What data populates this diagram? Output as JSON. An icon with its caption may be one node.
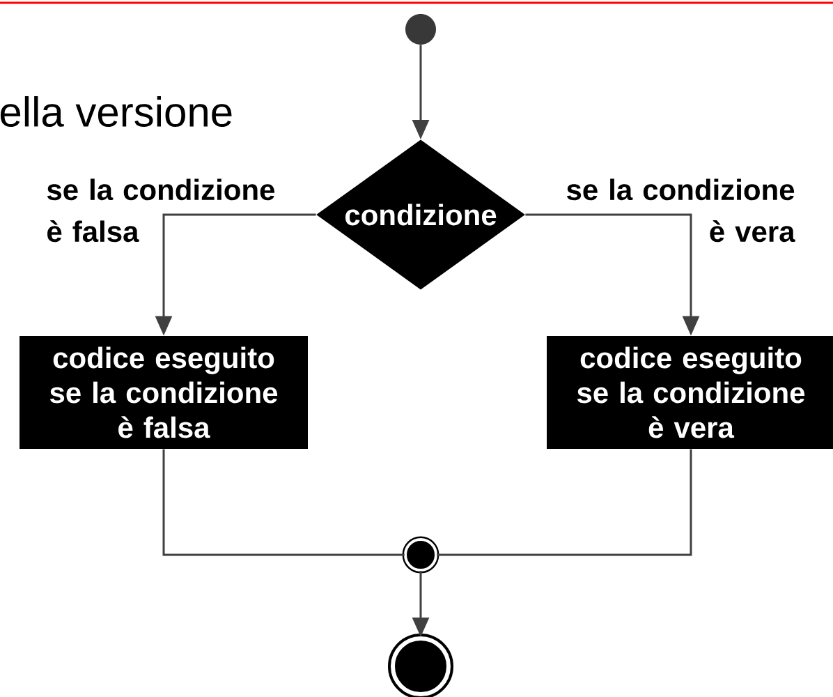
{
  "diagram": {
    "nodes": [
      {
        "text": [],
        "shape": "circle"
      },
      {
        "text": [
          "condizione"
        ]
      },
      {
        "text": [
          "codice eseguito se la condizione è falsa"
        ]
      },
      {
        "text": [
          "codice eseguito se la condizione è vera"
        ]
      },
      {
        "text": [],
        "shape": "circle"
      },
      {
        "text": [],
        "shape": "circle"
      }
    ],
    "edges": [
      {
        "from": 0,
        "to": 1,
        "arrow": "to"
      },
      {
        "from": 1,
        "to": 2,
        "arrow": "to",
        "label": "se la condizione è falsa"
      },
      {
        "from": 1,
        "to": 3,
        "arrow": "to",
        "label": "se la condizione è vera"
      },
      {
        "from": 2,
        "to": 4,
        "arrow": "none"
      },
      {
        "from": 3,
        "to": 4,
        "arrow": "none"
      },
      {
        "from": 4,
        "to": 5,
        "arrow": "to"
      }
    ],
    "labels": [
      "ella versione"
    ]
  }
}
